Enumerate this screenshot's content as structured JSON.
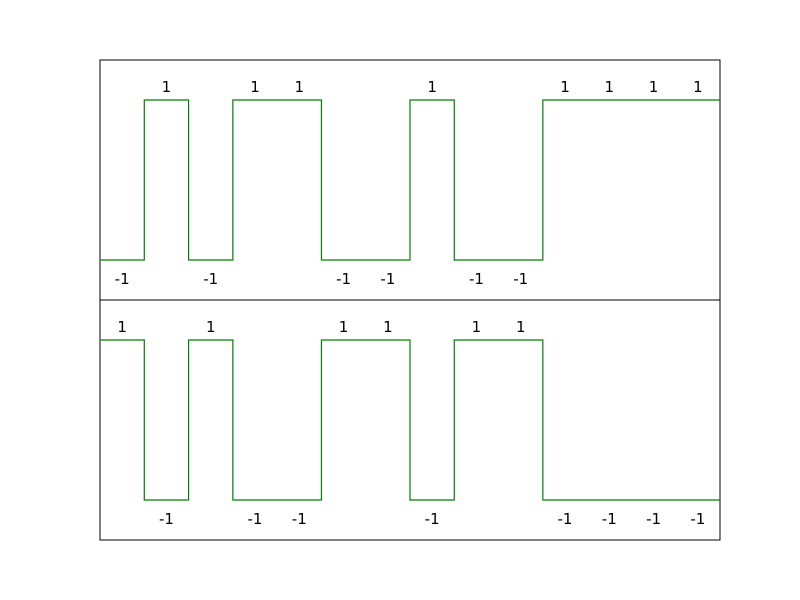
{
  "chart_data": [
    {
      "type": "line",
      "step": true,
      "x": [
        0,
        1,
        2,
        3,
        4,
        5,
        6,
        7,
        8,
        9,
        10,
        11,
        12,
        13
      ],
      "values": [
        -1,
        1,
        -1,
        1,
        1,
        -1,
        -1,
        1,
        -1,
        -1,
        1,
        1,
        1,
        1
      ],
      "labels": [
        "-1",
        "1",
        "-1",
        "1",
        "1",
        "-1",
        "-1",
        "1",
        "-1",
        "-1",
        "1",
        "1",
        "1",
        "1"
      ],
      "ylim": [
        -1,
        1
      ],
      "xlim": [
        0,
        14
      ],
      "color": "#008000",
      "grid": false
    },
    {
      "type": "line",
      "step": true,
      "x": [
        0,
        1,
        2,
        3,
        4,
        5,
        6,
        7,
        8,
        9,
        10,
        11,
        12,
        13
      ],
      "values": [
        1,
        -1,
        1,
        -1,
        -1,
        1,
        1,
        -1,
        1,
        1,
        -1,
        -1,
        -1,
        -1
      ],
      "labels": [
        "1",
        "-1",
        "1",
        "-1",
        "-1",
        "1",
        "1",
        "-1",
        "1",
        "1",
        "-1",
        "-1",
        "-1",
        "-1"
      ],
      "ylim": [
        -1,
        1
      ],
      "xlim": [
        0,
        14
      ],
      "color": "#008000",
      "grid": false
    }
  ]
}
